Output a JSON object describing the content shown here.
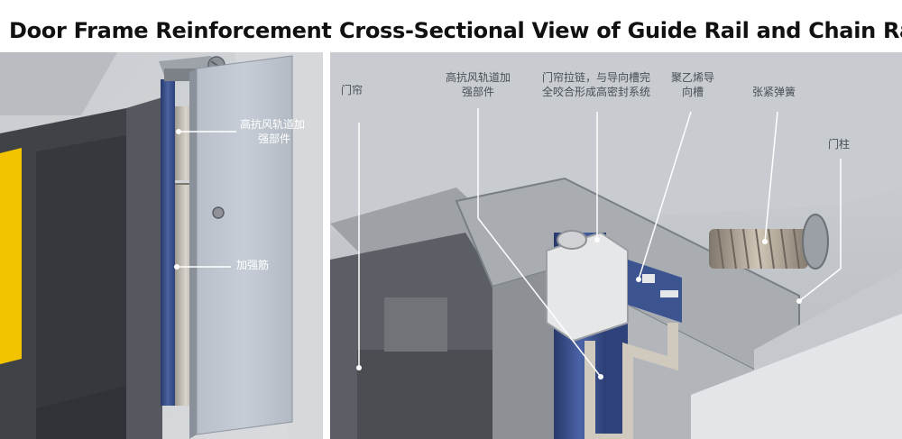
{
  "left_panel": {
    "title": "Door Frame Reinforcement",
    "callouts": {
      "reinforcement": [
        "高抗风轨道加",
        "强部件"
      ],
      "rib": "加强筋"
    }
  },
  "right_panel": {
    "title": "Cross-Sectional View of Guide Rail and Chain Rack",
    "callouts": {
      "curtain": "门帘",
      "reinforcement": [
        "高抗风轨道加",
        "强部件"
      ],
      "zipper": [
        "门帘拉链，与导向槽完",
        "全咬合形成高密封系统"
      ],
      "pe_groove": [
        "聚乙烯导",
        "向槽"
      ],
      "spring": "张紧弹簧",
      "post": "门柱"
    }
  },
  "colors": {
    "safety_yellow": "#f2c400",
    "rail_blue": "#3a4f86",
    "steel_gray": "#a9adb1"
  }
}
